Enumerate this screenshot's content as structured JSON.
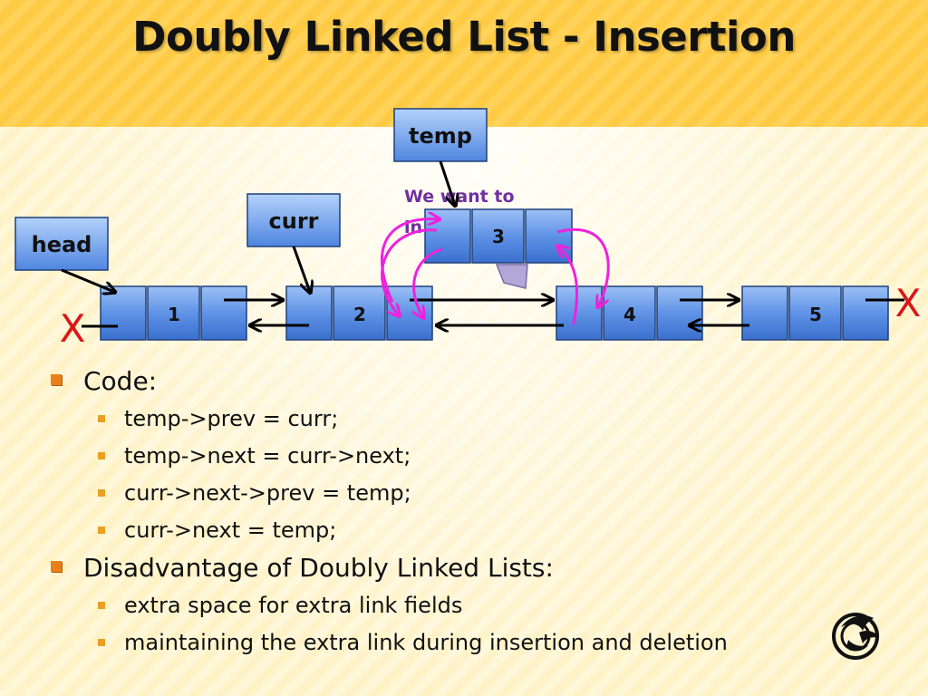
{
  "slide": {
    "title": "Doubly Linked List - Insertion"
  },
  "diagram": {
    "nodes": [
      {
        "id": "n1",
        "value": "1"
      },
      {
        "id": "n2",
        "value": "2"
      },
      {
        "id": "n3",
        "value": "3"
      },
      {
        "id": "n4",
        "value": "4"
      },
      {
        "id": "n5",
        "value": "5"
      }
    ],
    "pointers": {
      "head": "head",
      "curr": "curr",
      "temp": "temp"
    },
    "note": {
      "line1": "We want to",
      "line2": "in"
    },
    "null_mark": "X"
  },
  "bullets": {
    "items": [
      {
        "text": "Code:",
        "sub": [
          "temp->prev = curr;",
          "temp->next = curr->next;",
          "curr->next->prev = temp;",
          "curr->next = temp;"
        ]
      },
      {
        "text": "Disadvantage of Doubly Linked Lists:",
        "sub": [
          "extra space for extra link fields",
          "maintaining the extra link during insertion and deletion"
        ]
      }
    ]
  },
  "colors": {
    "node_fill": "#4f86e0",
    "arrow_black": "#000000",
    "arrow_magenta": "#ee22dd",
    "null_x": "#d81818",
    "bullet": "#e8801a",
    "note": "#7030a0"
  },
  "icons": {
    "logo": "pegasus-logo-icon"
  }
}
